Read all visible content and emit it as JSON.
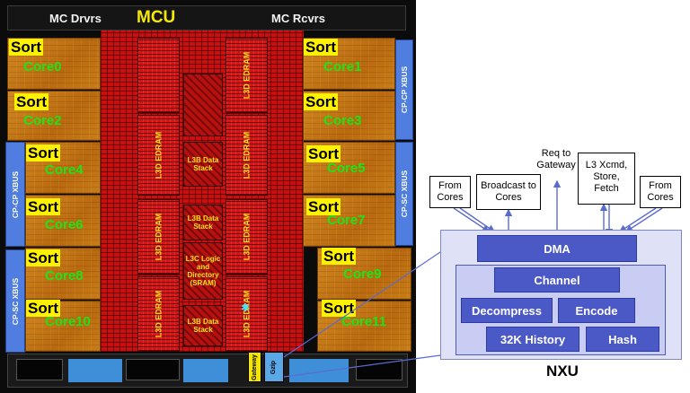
{
  "die": {
    "mc_drivers": "MC Drvrs",
    "mcu": "MCU",
    "mc_receivers": "MC Rcvrs",
    "sort_label": "Sort",
    "cores": [
      "Core0",
      "Core1",
      "Core2",
      "Core3",
      "Core4",
      "Core5",
      "Core6",
      "Core7",
      "Core8",
      "Core9",
      "Core10",
      "Core11"
    ],
    "xbus": [
      "CP-CP XBUS",
      "CP-SC XBUS",
      "CP-CP XBUS",
      "CP-SC XBUS"
    ],
    "l3d_edram": "L3D EDRAM",
    "l3b_data_stack": "L3B Data Stack",
    "l3c_logic": "L3C Logic and Directory (SRAM)",
    "gateway": "Gateway",
    "gzip": "Gzip",
    "colors": {
      "core": "#c77a15",
      "fabric": "#c90f0f",
      "sort": "#fff200",
      "core_label": "#19e619",
      "xbus": "#4f7ee0"
    }
  },
  "nxu": {
    "title": "NXU",
    "inputs": {
      "from_cores_left": "From Cores",
      "broadcast": "Broadcast to Cores",
      "req_gateway": "Req to Gateway",
      "l3_xcmd": "L3 Xcmd, Store, Fetch",
      "from_cores_right": "From Cores"
    },
    "blocks": {
      "dma": "DMA",
      "channel": "Channel",
      "decompress": "Decompress",
      "encode": "Encode",
      "history": "32K History",
      "hash": "Hash"
    },
    "colors": {
      "block": "#4b59c7",
      "outer": "#dfe1f7",
      "inner": "#c9cdf3"
    }
  }
}
